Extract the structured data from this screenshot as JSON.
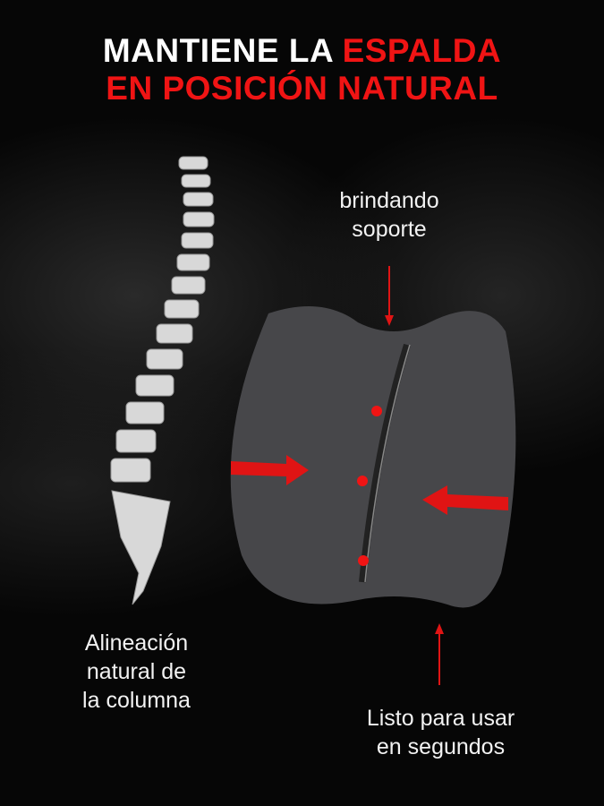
{
  "title": {
    "line1_white": "MANTIENE LA ",
    "line1_red": "ESPALDA",
    "line2_red": "EN POSICIÓN NATURAL"
  },
  "labels": {
    "support": [
      "brindando",
      "soporte"
    ],
    "alignment": [
      "Alineación",
      "natural de",
      "la columna"
    ],
    "ready": [
      "Listo para usar",
      "en segundos"
    ]
  },
  "colors": {
    "accent": "#f01414",
    "cushion": "#4a4a4c"
  }
}
